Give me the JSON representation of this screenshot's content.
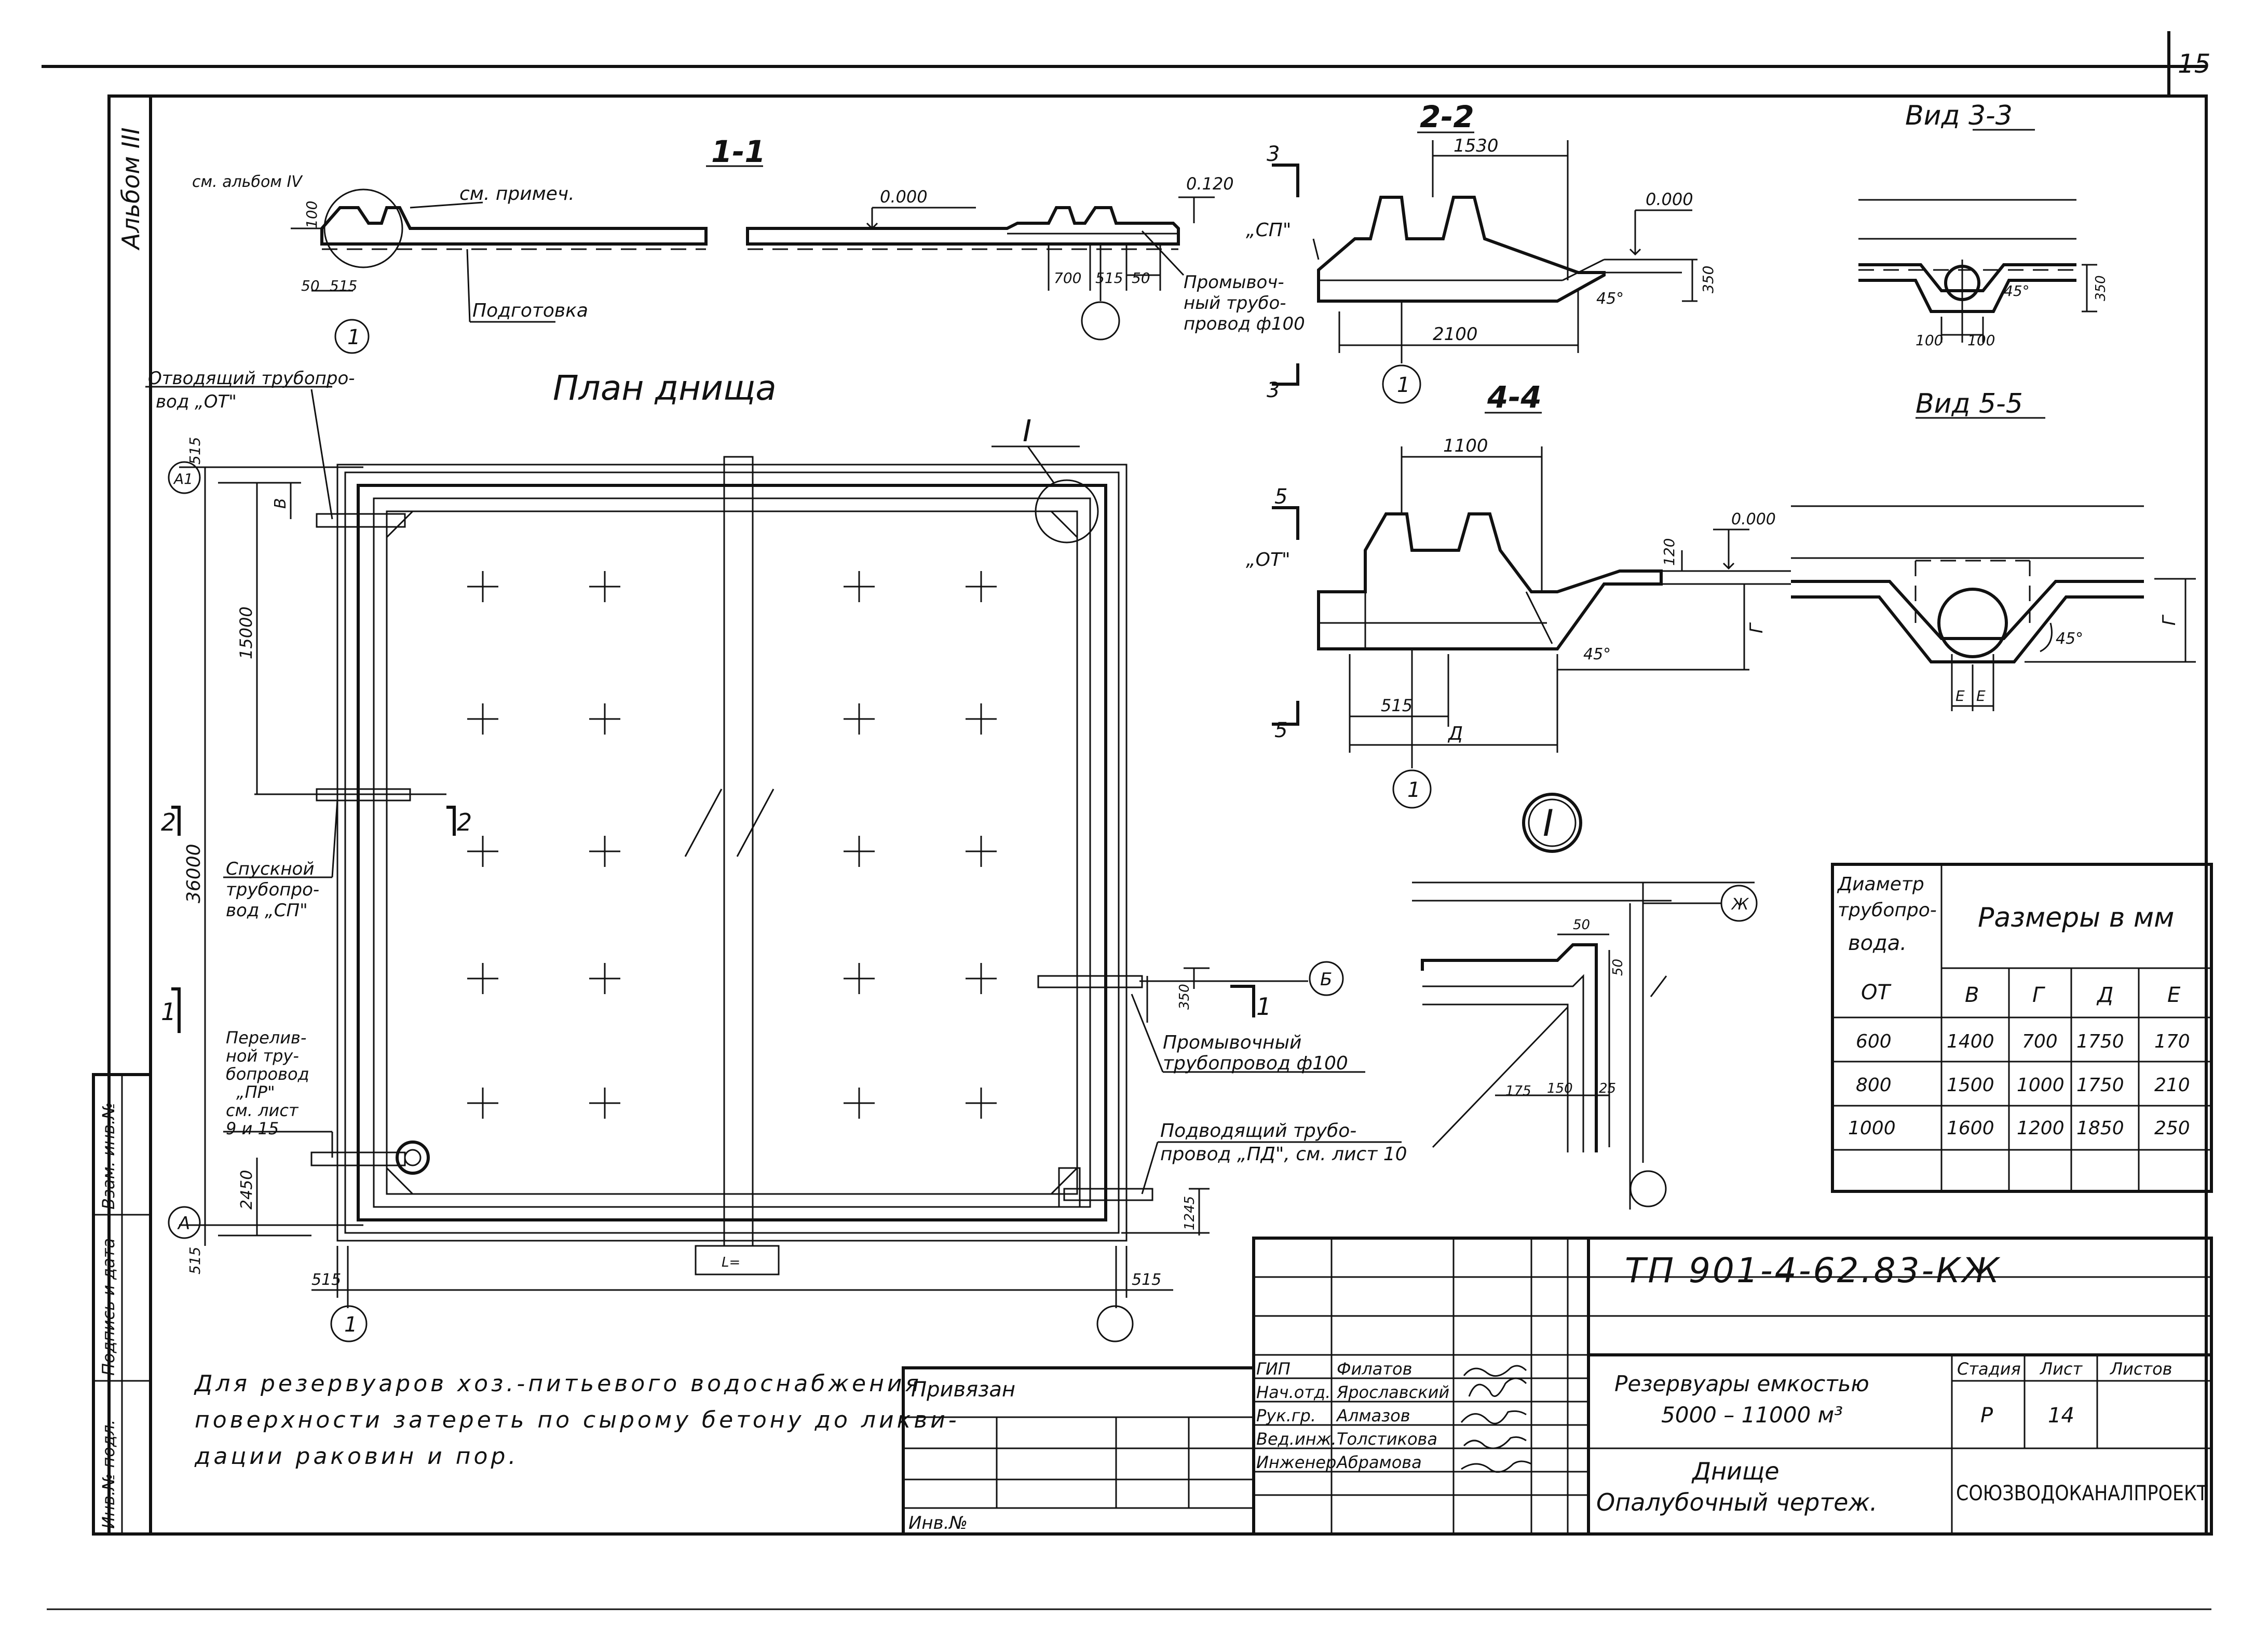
{
  "sheet": {
    "page_number": "15",
    "album_label": "Альбом III",
    "side_stamp_labels": [
      "Инв.№ подл.",
      "Подпись и дата",
      "Взам. инв.№"
    ]
  },
  "plan": {
    "title": "План днища",
    "callout_I": "I",
    "labels": {
      "outlet_pipe": [
        "Отводящий трубопро-",
        "вод „ОТ\""
      ],
      "drain_pipe": [
        "Спускной",
        "трубопро-",
        "вод „СП\""
      ],
      "overflow_pipe": [
        "Перелив-",
        "ной тру-",
        "бопровод",
        "„ПР\"",
        "см. лист",
        "9 и 15"
      ],
      "flush_pipe": [
        "Промывочный",
        "трубопровод ф100"
      ],
      "supply_pipe": [
        "Подводящий трубо-",
        "провод „ПД\", см. лист 10"
      ]
    },
    "dims": {
      "top_515": "515",
      "v": "В",
      "d15000": "15000",
      "d36000": "36000",
      "d2450": "2450",
      "bot_515": "515",
      "left_515": "515",
      "right_515": "515",
      "d350": "350",
      "d1245": "1245",
      "joint": "L="
    },
    "axes": {
      "A1": "А1",
      "A": "А",
      "B": "Б",
      "ax1": "1",
      "ax1r": ""
    },
    "cut_marks": {
      "c2l": "2",
      "c2r": "2",
      "c1l": "1",
      "c1r": "1"
    }
  },
  "section_1_1": {
    "title": "1-1",
    "level_0": "0.000",
    "level_120": "0.120",
    "see_sheet": "см. альбом IV",
    "see_note": "см. примеч.",
    "prep": "Подготовка",
    "flush_pipe": [
      "Промывоч-",
      "ный трубо-",
      "провод ф100"
    ],
    "dims": [
      "100",
      "50",
      "515",
      "700",
      "515",
      "50"
    ],
    "axis": "1"
  },
  "section_2_2": {
    "title": "2-2",
    "dim_top": "1530",
    "dim_bot": "2100",
    "level": "0.000",
    "sp": "„СП\"",
    "h350": "350",
    "angle": "45°",
    "cut": "3",
    "axis": "1"
  },
  "view_3_3": {
    "title": "Вид 3-3",
    "d100a": "100",
    "d100b": "100",
    "h350": "350",
    "angle": "45°"
  },
  "section_4_4": {
    "title": "4-4",
    "dim_top": "1100",
    "level": "0.000",
    "ot": "„ОТ\"",
    "h120": "120",
    "g": "Г",
    "d515": "515",
    "d": "Д",
    "angle": "45°",
    "cut": "5",
    "axis": "1"
  },
  "view_5_5": {
    "title": "Вид 5-5",
    "g": "Г",
    "e1": "Е",
    "e2": "Е",
    "angle": "45°"
  },
  "detail_I": {
    "title": "I",
    "zh": "Ж",
    "d50a": "50",
    "d50b": "50",
    "d175": "175",
    "d150": "150",
    "d25": "25"
  },
  "sizes_table": {
    "header_col": [
      "Диаметр",
      "трубопро-",
      "вода.",
      "ОТ"
    ],
    "header_main": "Размеры в мм",
    "columns": [
      "В",
      "Г",
      "Д",
      "Е"
    ],
    "rows": [
      [
        "600",
        "1400",
        "700",
        "1750",
        "170"
      ],
      [
        "800",
        "1500",
        "1000",
        "1750",
        "210"
      ],
      [
        "1000",
        "1600",
        "1200",
        "1850",
        "250"
      ]
    ]
  },
  "note": {
    "lines": [
      "Для резервуаров хоз.-питьевого водоснабжения",
      "поверхности затереть по сырому бетону до ликви-",
      "дации раковин и пор."
    ]
  },
  "title_block": {
    "code": "ТП 901-4-62.83-КЖ",
    "project": [
      "Резервуары емкостью",
      "5000 – 11000 м³"
    ],
    "sheet_title": [
      "Днище",
      "Опалубочный чертеж."
    ],
    "stage_label": "Стадия",
    "sheet_label": "Лист",
    "sheets_label": "Листов",
    "stage": "Р",
    "sheet": "14",
    "org": "СОЮЗВОДОКАНАЛПРОЕКТ",
    "bound_label": "Привязан",
    "inv_label": "Инв.№",
    "staff": [
      {
        "role": "ГИП",
        "name": "Филатов"
      },
      {
        "role": "Нач.отд.",
        "name": "Ярославский"
      },
      {
        "role": "Рук.гр.",
        "name": "Алмазов"
      },
      {
        "role": "Вед.инж.",
        "name": "Толстикова"
      },
      {
        "role": "Инженер",
        "name": "Абрамова"
      }
    ]
  }
}
